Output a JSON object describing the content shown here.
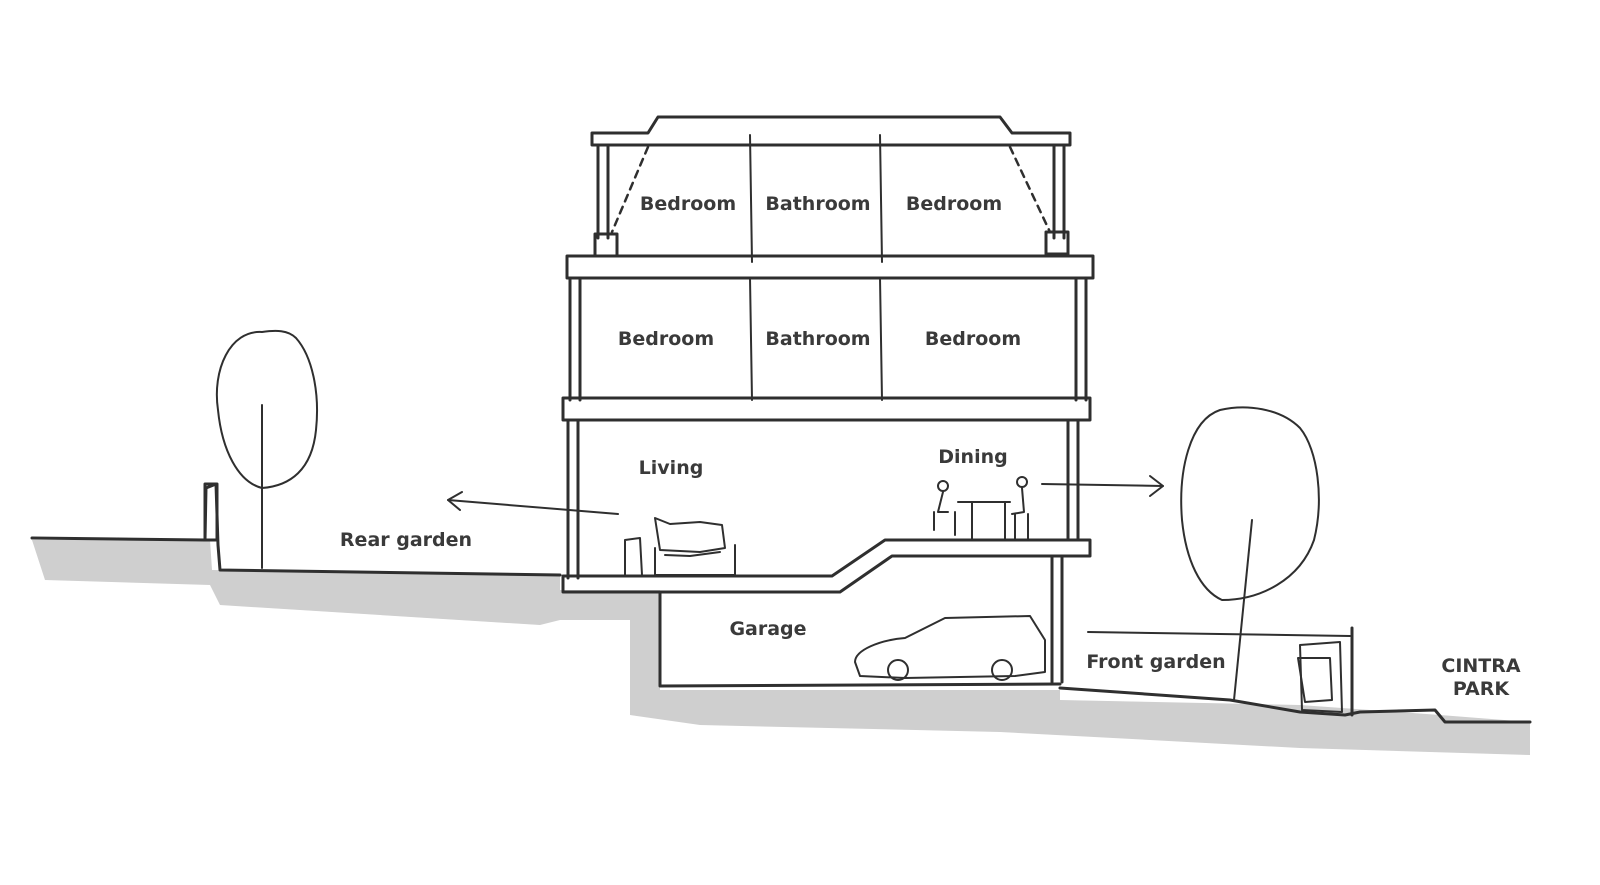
{
  "labels": {
    "top_bedroom_left": "Bedroom",
    "top_bathroom": "Bathroom",
    "top_bedroom_right": "Bedroom",
    "mid_bedroom_left": "Bedroom",
    "mid_bathroom": "Bathroom",
    "mid_bedroom_right": "Bedroom",
    "living": "Living",
    "dining": "Dining",
    "rear_garden": "Rear garden",
    "garage": "Garage",
    "front_garden": "Front garden",
    "street_line1": "CINTRA",
    "street_line2": "PARK"
  },
  "colors": {
    "ink": "#2f2f2f",
    "ground_shade": "#cfcfcf",
    "text": "#3a3a3a"
  }
}
